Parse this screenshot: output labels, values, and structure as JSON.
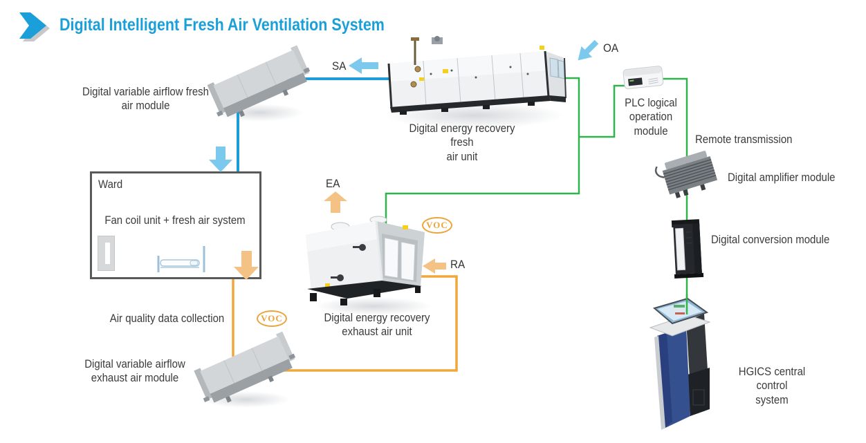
{
  "title": "Digital Intelligent Fresh Air Ventilation System",
  "units": {
    "fresh_air_module": "Digital variable airflow fresh\nair module",
    "fresh_air_unit": "Digital energy recovery fresh\nair unit",
    "plc_module": "PLC logical\noperation\nmodule",
    "remote_transmission": "Remote transmission",
    "amplifier_module": "Digital amplifier module",
    "conversion_module": "Digital conversion module",
    "hgics": "HGICS central control\nsystem",
    "ward": "Ward",
    "fan_coil": "Fan coil unit + fresh air system",
    "air_quality": "Air quality data collection",
    "exhaust_module": "Digital variable airflow\nexhaust air module",
    "exhaust_unit": "Digital energy recovery\nexhaust air unit"
  },
  "flows": {
    "sa": "SA",
    "oa": "OA",
    "ea": "EA",
    "ra": "RA",
    "voc_top": "VOC",
    "voc_bottom": "VOC"
  },
  "colors": {
    "title_blue": "#1b9fd8",
    "line_blue": "#1e9cd8",
    "arrow_blue": "#7cc9ee",
    "line_green": "#2fb34b",
    "line_orange": "#f0a73c",
    "arrow_orange": "#f5c285",
    "voc": "#eba33b",
    "text": "#3b3b3b"
  }
}
